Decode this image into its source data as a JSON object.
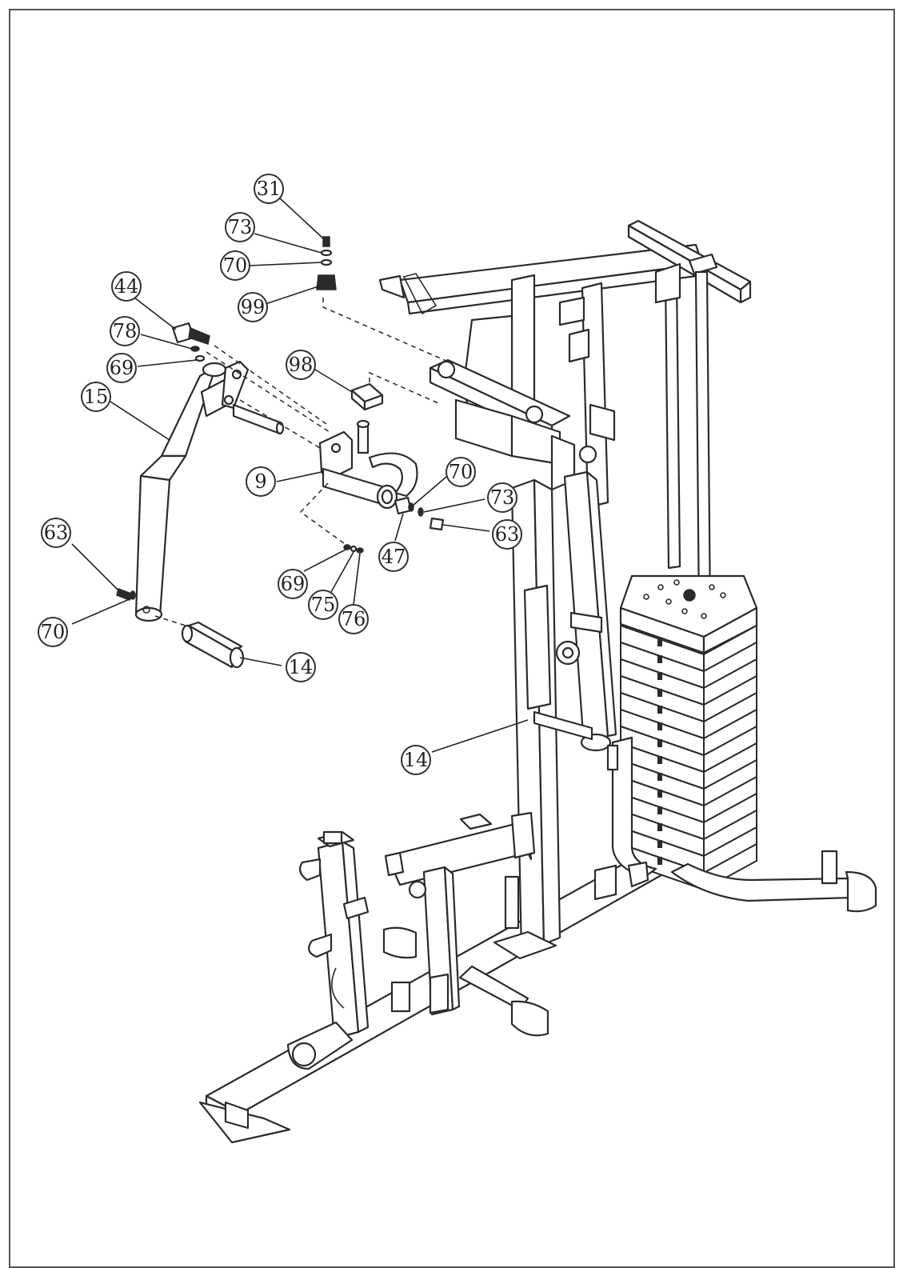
{
  "diagram": {
    "callouts": [
      {
        "id": "c31",
        "label": "31"
      },
      {
        "id": "c73a",
        "label": "73"
      },
      {
        "id": "c70a",
        "label": "70"
      },
      {
        "id": "c99",
        "label": "99"
      },
      {
        "id": "c44",
        "label": "44"
      },
      {
        "id": "c78",
        "label": "78"
      },
      {
        "id": "c69a",
        "label": "69"
      },
      {
        "id": "c15",
        "label": "15"
      },
      {
        "id": "c98",
        "label": "98"
      },
      {
        "id": "c9",
        "label": "9"
      },
      {
        "id": "c70b",
        "label": "70"
      },
      {
        "id": "c73b",
        "label": "73"
      },
      {
        "id": "c63a",
        "label": "63"
      },
      {
        "id": "c47",
        "label": "47"
      },
      {
        "id": "c63b",
        "label": "63"
      },
      {
        "id": "c69b",
        "label": "69"
      },
      {
        "id": "c75",
        "label": "75"
      },
      {
        "id": "c76",
        "label": "76"
      },
      {
        "id": "c70c",
        "label": "70"
      },
      {
        "id": "c14a",
        "label": "14"
      },
      {
        "id": "c14b",
        "label": "14"
      }
    ]
  }
}
